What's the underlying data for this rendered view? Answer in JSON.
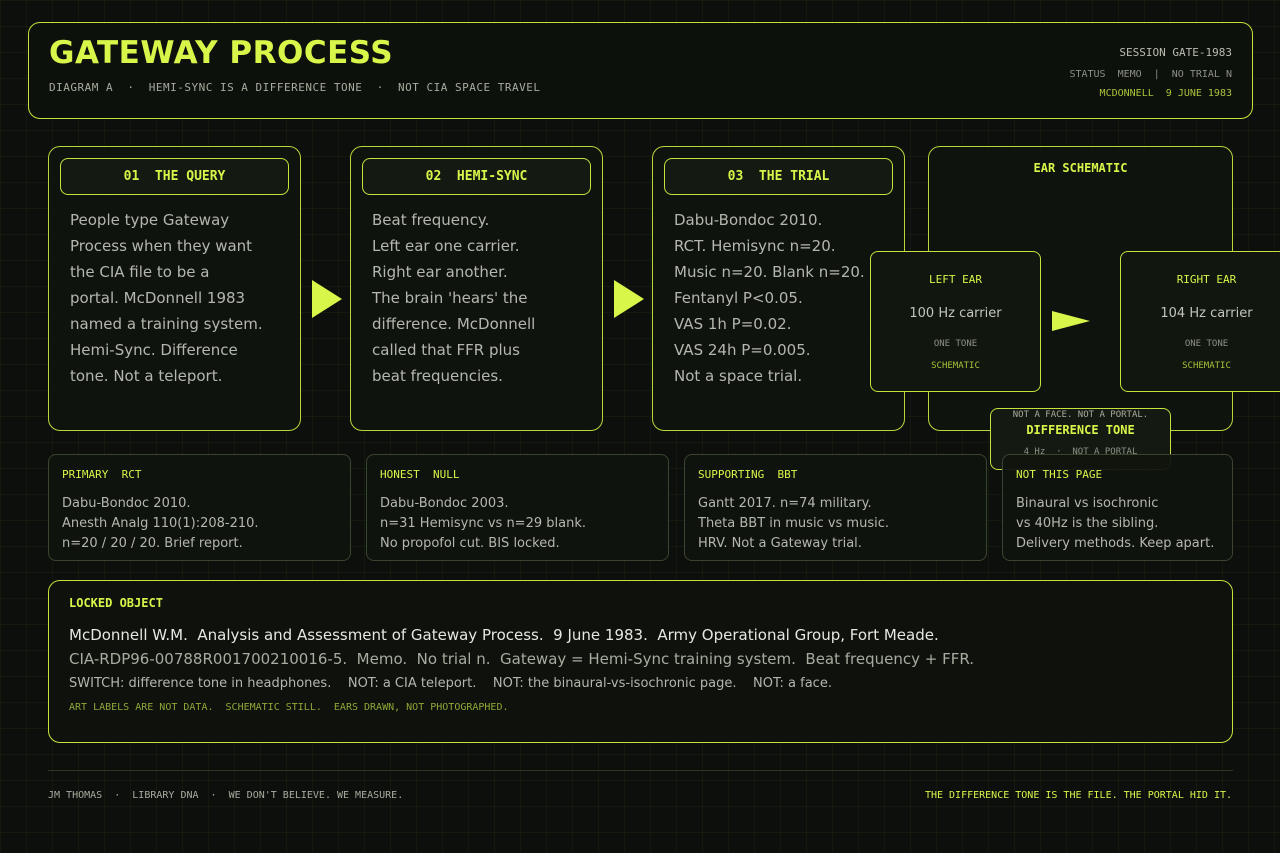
{
  "header": {
    "title": "GATEWAY PROCESS",
    "subtitle": "DIAGRAM A  ·  HEMI-SYNC IS A DIFFERENCE TONE  ·  NOT CIA SPACE TRAVEL",
    "session": "SESSION GATE-1983",
    "status": "STATUS  MEMO  |  NO TRIAL N",
    "author_date": "MCDONNELL  9 JUNE 1983"
  },
  "steps": [
    {
      "tab": "01  THE QUERY",
      "lines": [
        "People type Gateway",
        "Process when they want",
        "the CIA file to be a",
        "portal. McDonnell 1983",
        "named a training system.",
        "Hemi-Sync. Difference",
        "tone. Not a teleport."
      ]
    },
    {
      "tab": "02  HEMI-SYNC",
      "lines": [
        "Beat frequency.",
        "Left ear one carrier.",
        "Right ear another.",
        "The brain 'hears' the",
        "difference. McDonnell",
        "called that FFR plus",
        "beat frequencies."
      ]
    },
    {
      "tab": "03  THE TRIAL",
      "lines": [
        "Dabu-Bondoc 2010.",
        "RCT. Hemisync n=20.",
        "Music n=20. Blank n=20.",
        "Fentanyl P<0.05.",
        "VAS 1h P=0.02.",
        "VAS 24h P=0.005.",
        "Not a space trial."
      ]
    }
  ],
  "ear_schematic": {
    "title": "EAR SCHEMATIC",
    "left": {
      "label": "LEFT EAR",
      "carrier": "100 Hz carrier",
      "tone": "ONE TONE",
      "tag": "SCHEMATIC"
    },
    "right": {
      "label": "RIGHT EAR",
      "carrier": "104 Hz carrier",
      "tone": "ONE TONE",
      "tag": "SCHEMATIC"
    },
    "note": "NOT A FACE. NOT A PORTAL.",
    "difference_title": "DIFFERENCE TONE",
    "difference_value": "4 Hz  ·  NOT A PORTAL"
  },
  "cards": [
    {
      "title": "PRIMARY  RCT",
      "lines": [
        "Dabu-Bondoc 2010.",
        "Anesth Analg 110(1):208-210.",
        "n=20 / 20 / 20. Brief report."
      ]
    },
    {
      "title": "HONEST  NULL",
      "lines": [
        "Dabu-Bondoc 2003.",
        "n=31 Hemisync vs n=29 blank.",
        "No propofol cut. BIS locked."
      ]
    },
    {
      "title": "SUPPORTING  BBT",
      "lines": [
        "Gantt 2017. n=74 military.",
        "Theta BBT in music vs music.",
        "HRV. Not a Gateway trial."
      ]
    },
    {
      "title": "NOT THIS PAGE",
      "lines": [
        "Binaural vs isochronic",
        "vs 40Hz is the sibling.",
        "Delivery methods. Keep apart."
      ]
    }
  ],
  "locked": {
    "title": "LOCKED OBJECT",
    "line1": "McDonnell W.M.  Analysis and Assessment of Gateway Process.  9 June 1983.  Army Operational Group, Fort Meade.",
    "line2": "CIA-RDP96-00788R001700210016-5.  Memo.  No trial n.  Gateway = Hemi-Sync training system.  Beat frequency + FFR.",
    "line3": "SWITCH: difference tone in headphones.    NOT: a CIA teleport.    NOT: the binaural-vs-isochronic page.    NOT: a face.",
    "line4": "ART LABELS ARE NOT DATA.  SCHEMATIC STILL.  EARS DRAWN, NOT PHOTOGRAPHED."
  },
  "footer": {
    "left": "JM THOMAS  ·  LIBRARY DNA  ·  WE DON'T BELIEVE. WE MEASURE.",
    "right": "THE DIFFERENCE TONE IS THE FILE. THE PORTAL HID IT."
  },
  "colors": {
    "accent": "#d8f54a",
    "background": "#0c0f0b",
    "text": "#b4b7ad"
  }
}
